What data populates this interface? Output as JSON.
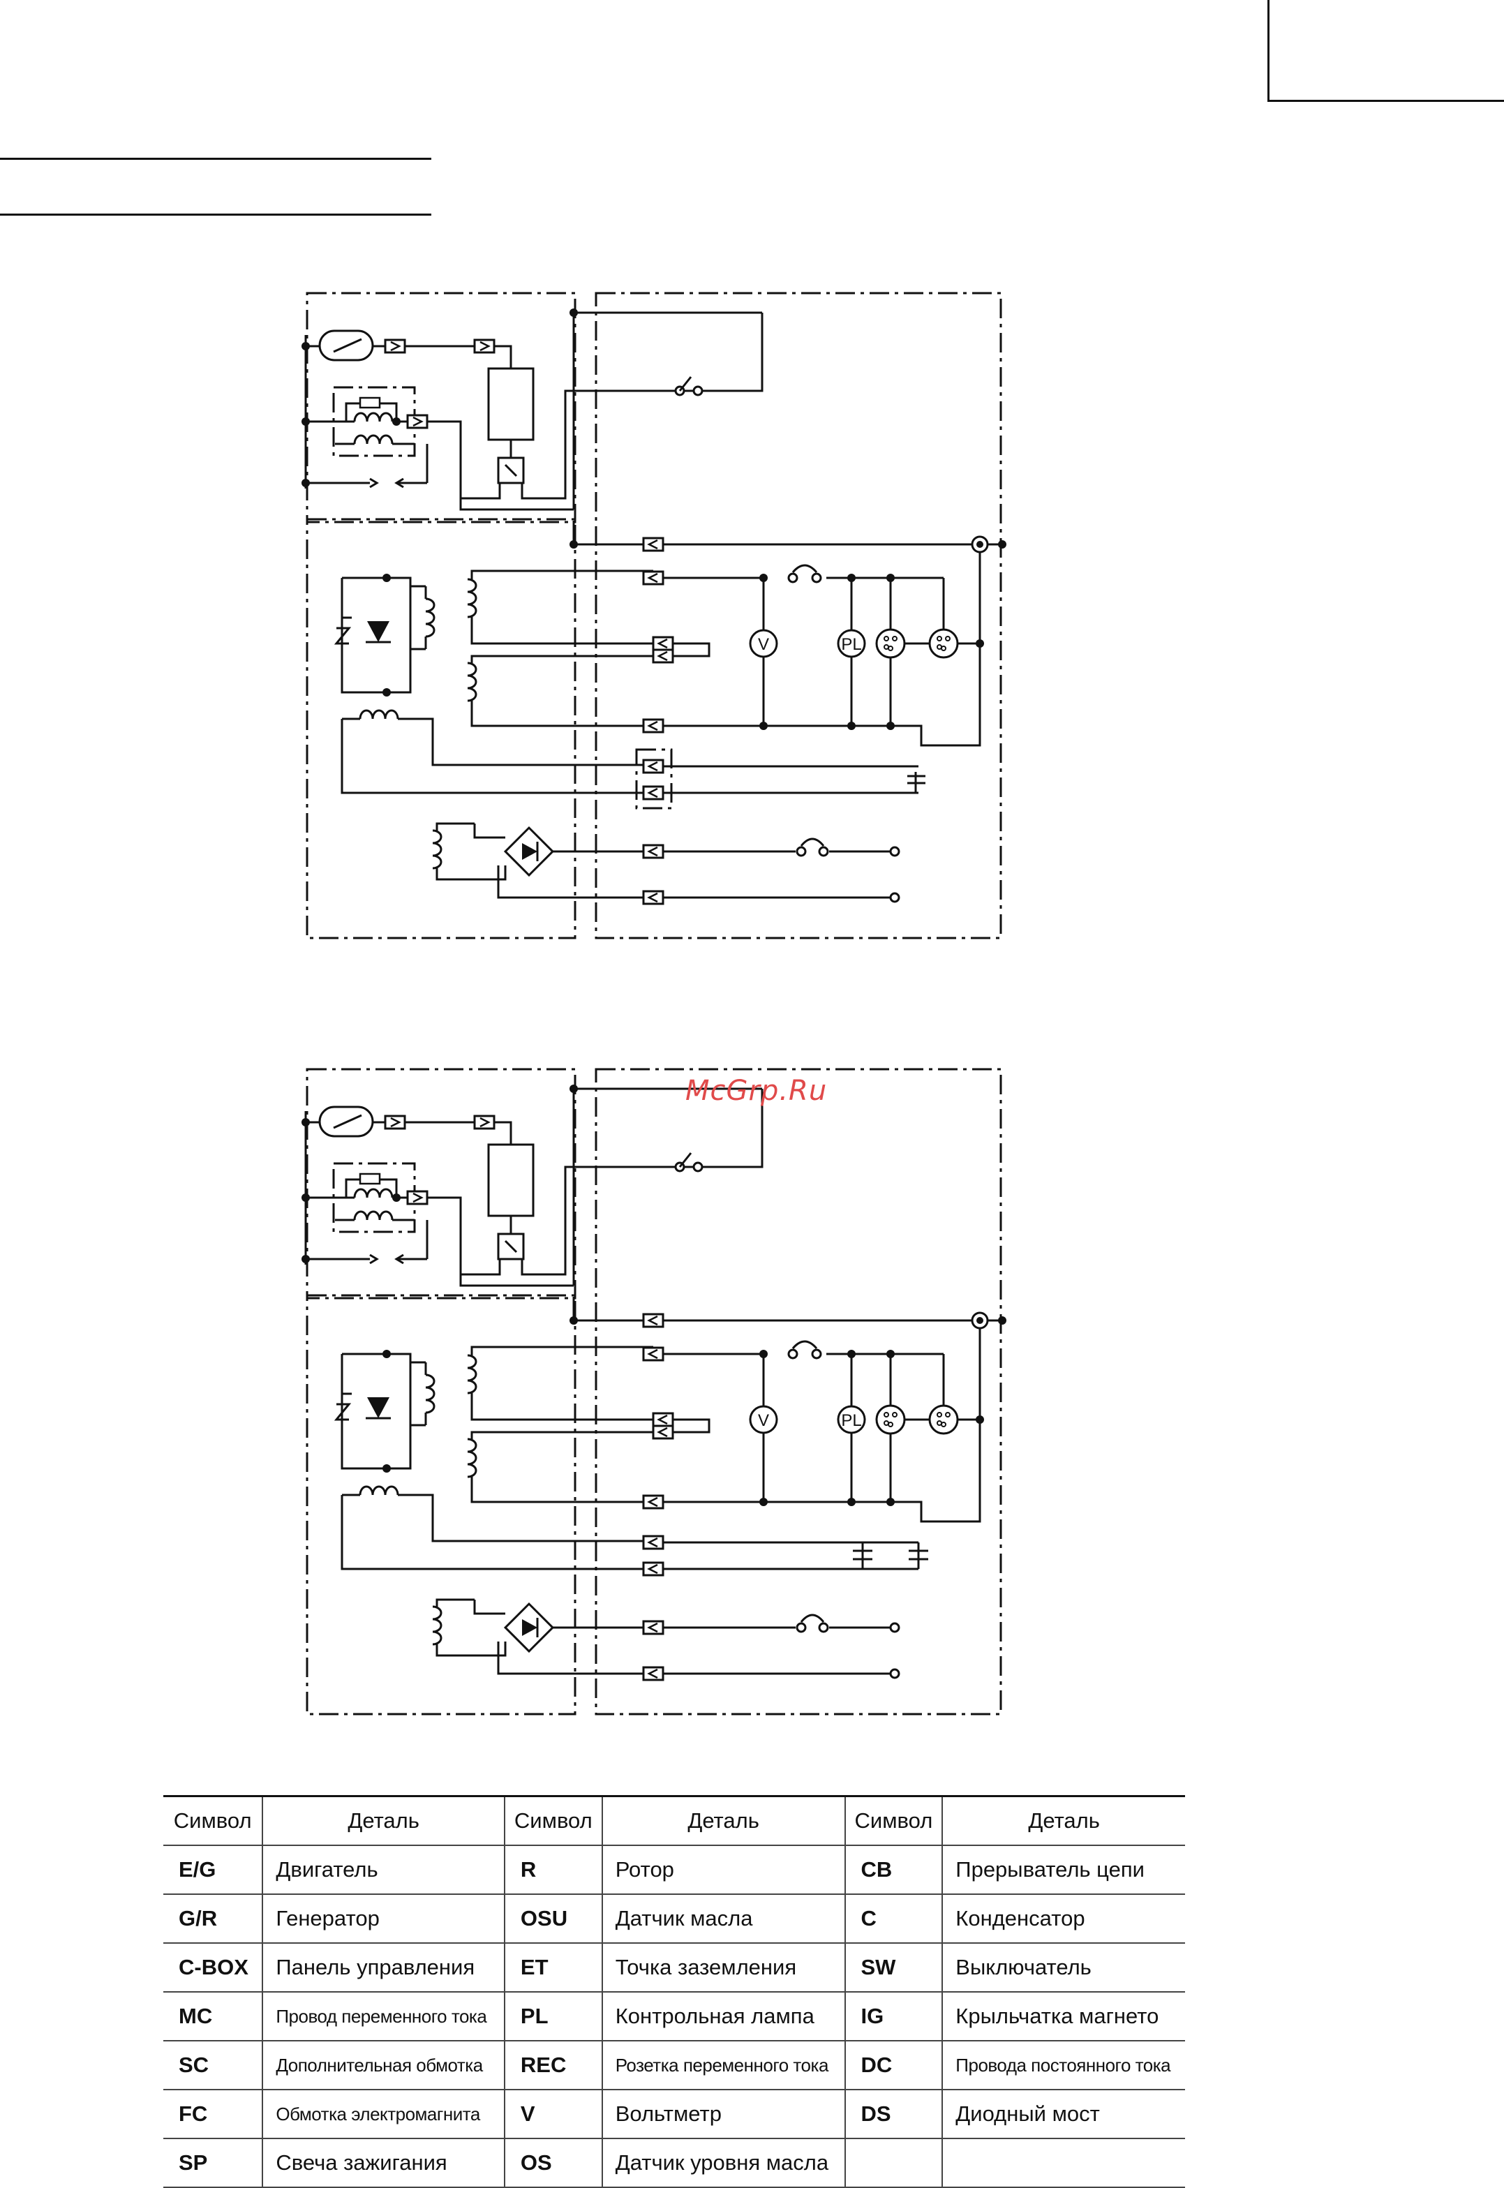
{
  "watermark": "McGrp.Ru",
  "legend": {
    "headers": [
      "Символ",
      "Деталь",
      "Символ",
      "Деталь",
      "Символ",
      "Деталь"
    ],
    "rows": [
      [
        {
          "s": "E/G",
          "d": "Двигатель"
        },
        {
          "s": "R",
          "d": "Ротор"
        },
        {
          "s": "CB",
          "d": "Прерыватель цепи"
        }
      ],
      [
        {
          "s": "G/R",
          "d": "Генератор"
        },
        {
          "s": "OSU",
          "d": "Датчик масла"
        },
        {
          "s": "C",
          "d": "Конденсатор"
        }
      ],
      [
        {
          "s": "C-BOX",
          "d": "Панель управления"
        },
        {
          "s": "ET",
          "d": "Точка заземления"
        },
        {
          "s": "SW",
          "d": "Выключатель"
        }
      ],
      [
        {
          "s": "MC",
          "d": "Провод переменного тока"
        },
        {
          "s": "PL",
          "d": "Контрольная лампа"
        },
        {
          "s": "IG",
          "d": "Крыльчатка магнето"
        }
      ],
      [
        {
          "s": "SC",
          "d": "Дополнительная обмотка"
        },
        {
          "s": "REC",
          "d": "Розетка переменного тока"
        },
        {
          "s": "DC",
          "d": "Провода постоянного тока"
        }
      ],
      [
        {
          "s": "FC",
          "d": "Обмотка электромагнита"
        },
        {
          "s": "V",
          "d": "Вольтметр"
        },
        {
          "s": "DS",
          "d": "Диодный мост"
        }
      ],
      [
        {
          "s": "SP",
          "d": "Свеча зажигания"
        },
        {
          "s": "OS",
          "d": "Датчик уровня масла"
        },
        {
          "s": "",
          "d": ""
        }
      ]
    ]
  },
  "diagram_labels": {
    "voltmeter": "V",
    "pilot_lamp": "PL"
  },
  "colors": {
    "ink": "#111111",
    "watermark": "#e04a4a"
  }
}
